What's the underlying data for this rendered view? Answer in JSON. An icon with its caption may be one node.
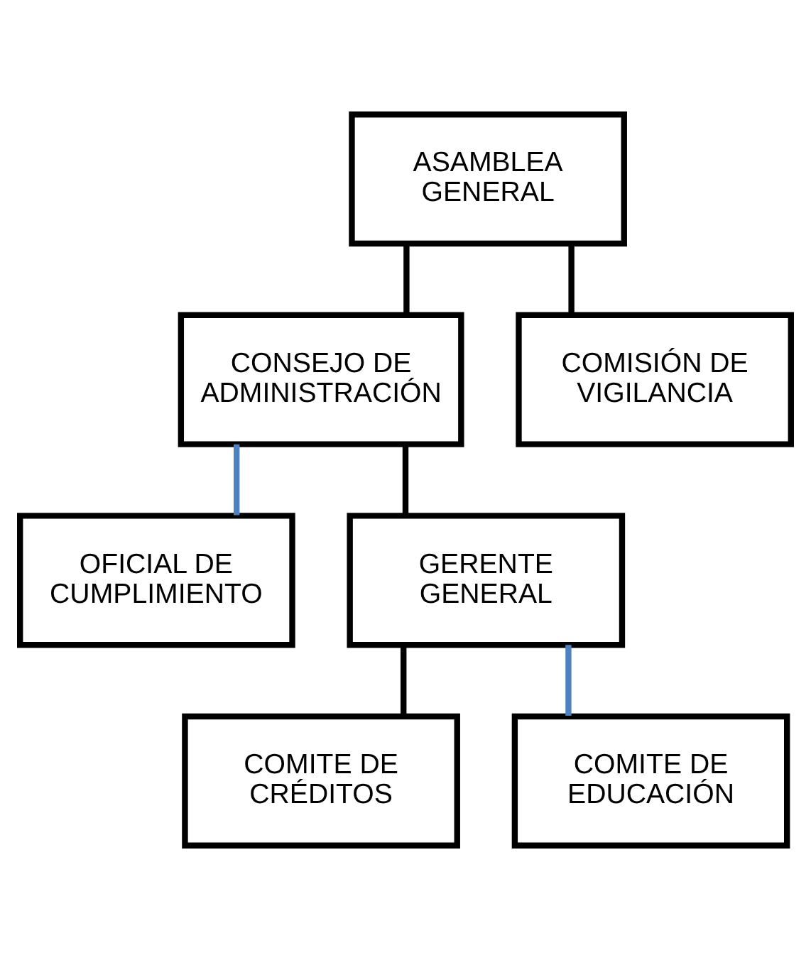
{
  "diagram": {
    "nodes": [
      {
        "text": [
          "ASAMBLEA GENERAL"
        ]
      },
      {
        "text": [
          "CONSEJO DE ADMINISTRACIÓN"
        ]
      },
      {
        "text": [
          "COMISIÓN DE VIGILANCIA"
        ]
      },
      {
        "text": [
          "OFICIAL DE CUMPLIMIENTO"
        ]
      },
      {
        "text": [
          "GERENTE GENERAL"
        ]
      },
      {
        "text": [
          "COMITE DE CRÉDITOS"
        ]
      },
      {
        "text": [
          "COMITE DE EDUCACIÓN"
        ]
      }
    ],
    "edges": [
      {
        "from": 0,
        "to": 1,
        "arrow": "none"
      },
      {
        "from": 0,
        "to": 2,
        "arrow": "none"
      },
      {
        "from": 1,
        "to": 3,
        "arrow": "none",
        "color": "#4f81bd"
      },
      {
        "from": 1,
        "to": 4,
        "arrow": "none"
      },
      {
        "from": 4,
        "to": 5,
        "arrow": "none"
      },
      {
        "from": 4,
        "to": 6,
        "arrow": "none",
        "color": "#4f81bd"
      }
    ]
  }
}
